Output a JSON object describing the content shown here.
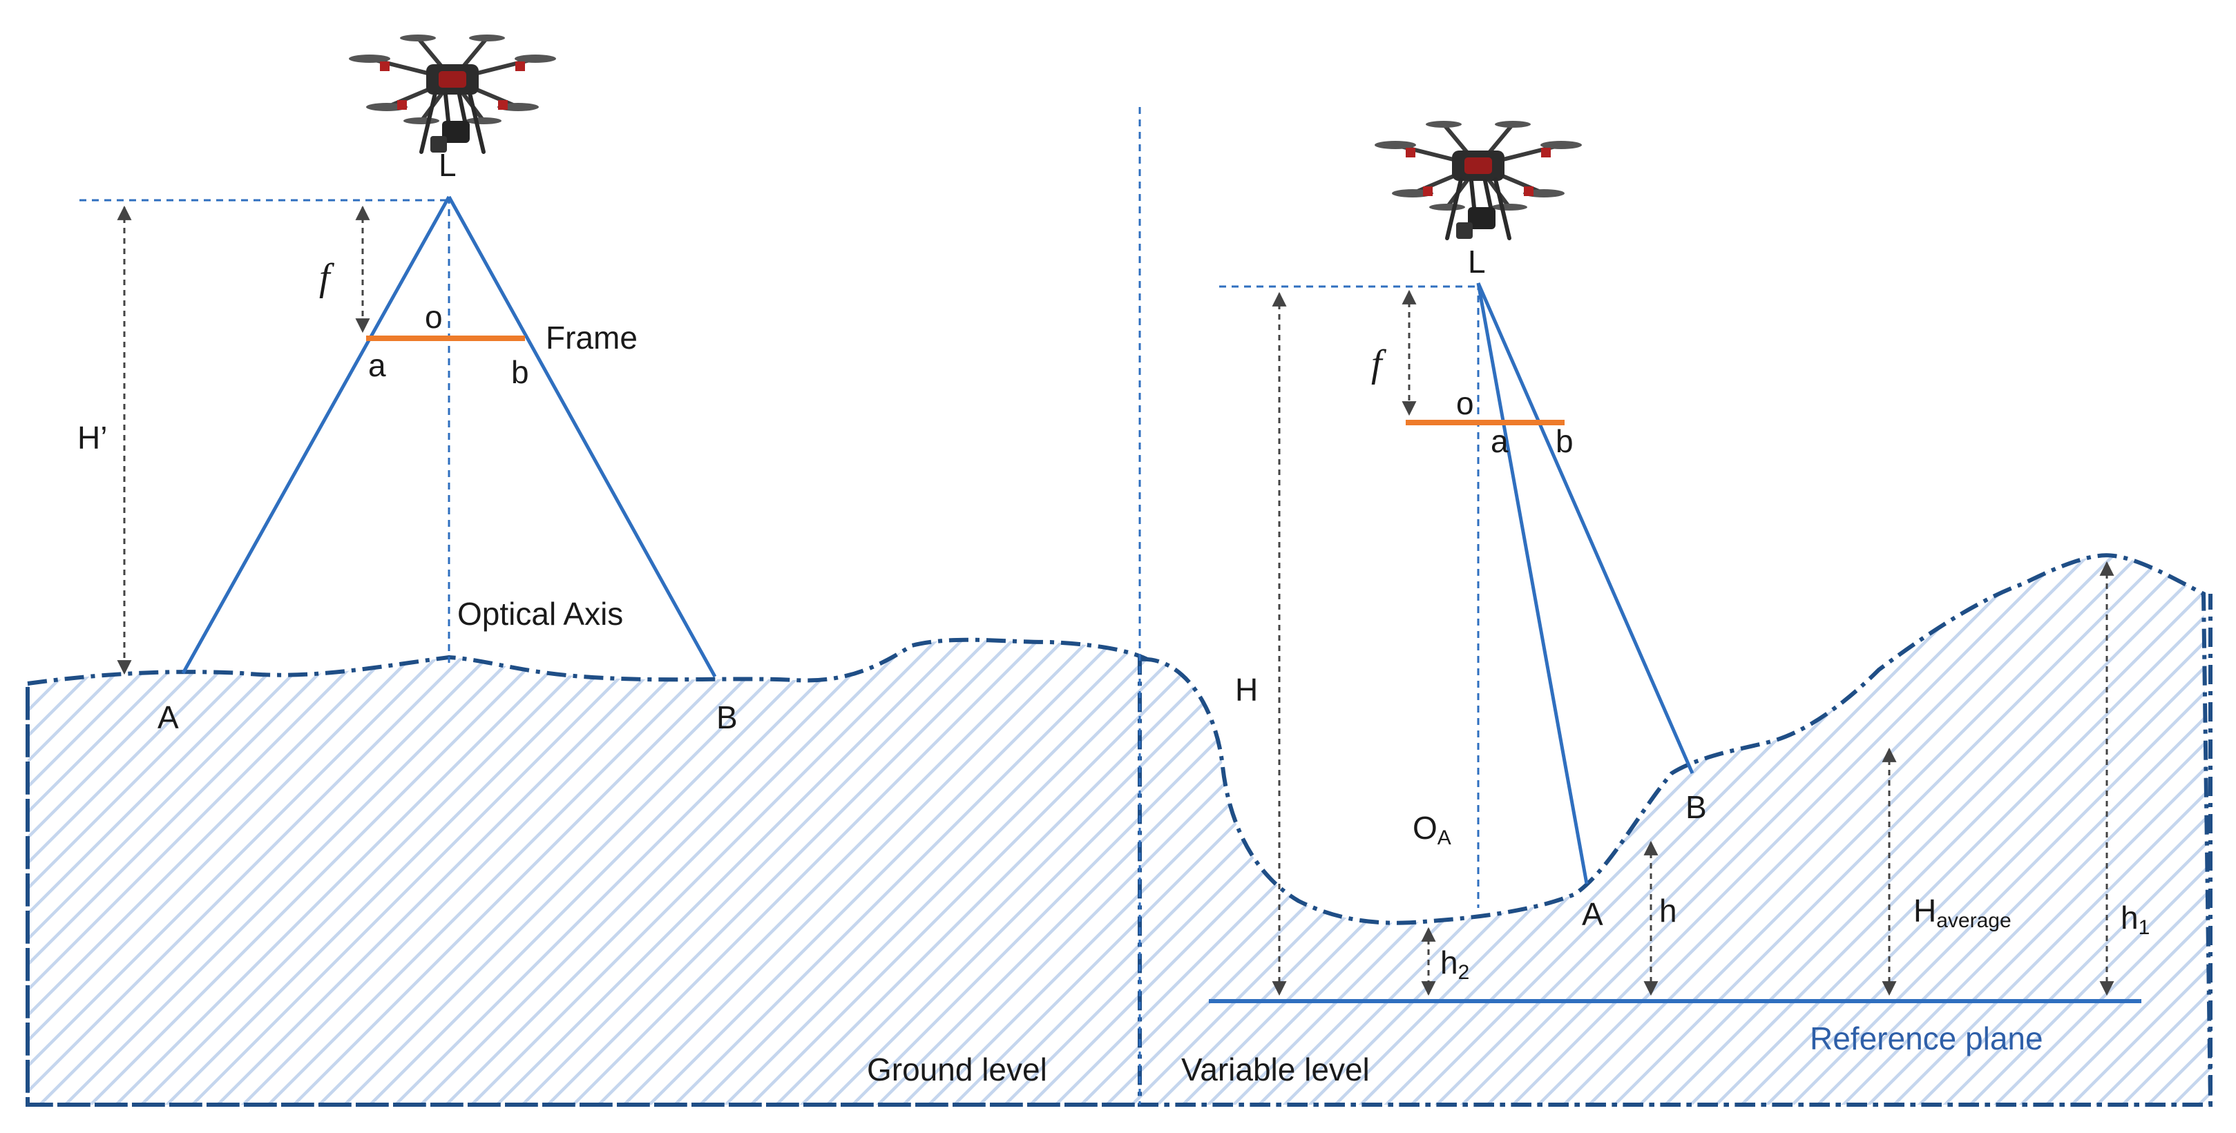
{
  "left_panel": {
    "labels": {
      "lens": "L",
      "focal": "f",
      "principal": "o",
      "frame": "Frame",
      "img_a": "a",
      "img_b": "b",
      "height": "H’",
      "optical_axis": "Optical Axis",
      "ground_a": "A",
      "ground_b": "B",
      "ground_level": "Ground level"
    }
  },
  "right_panel": {
    "labels": {
      "lens": "L",
      "focal": "f",
      "principal": "o",
      "img_a": "a",
      "img_b": "b",
      "height": "H",
      "oa_main": "O",
      "oa_sub": "A",
      "ground_a": "A",
      "ground_b": "B",
      "h": "h",
      "h2_main": "h",
      "h2_sub": "2",
      "h1_main": "h",
      "h1_sub": "1",
      "havg_main": "H",
      "havg_sub": "average",
      "reference_plane": "Reference plane",
      "variable_level": "Variable level"
    }
  },
  "colors": {
    "ray": "#2f6fbf",
    "frame": "#ee7b2a",
    "terrain": "#1f4e86",
    "hatch": "#c5d6ee",
    "reference_text": "#2e5fa8"
  },
  "icons": {
    "drone": "drone-icon"
  }
}
